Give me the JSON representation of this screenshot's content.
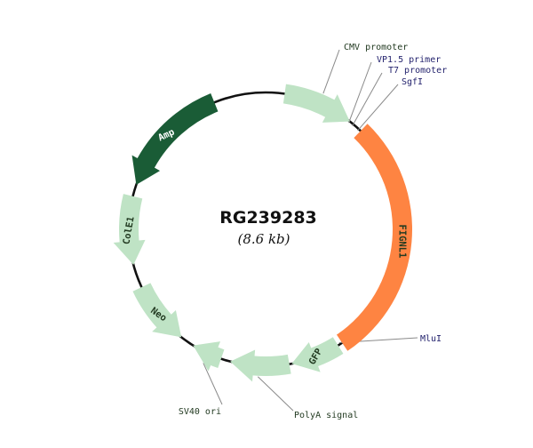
{
  "title": "RG239283",
  "size_label": "(8.6 kb)",
  "colors": {
    "backbone": "#111111",
    "light_feature": "#bfe3c5",
    "dark_feature": "#1a5c36",
    "insert": "#fe8442",
    "label_text": "#233b22",
    "site_text": "#24236e",
    "callout_line": "#8a8a8a"
  },
  "features": [
    {
      "label": "CMV promoter",
      "fill": "light",
      "direction": "cw",
      "callout": true
    },
    {
      "label": "FIGNL1",
      "fill": "insert",
      "direction": "none",
      "callout": false
    },
    {
      "label": "GFP",
      "fill": "light",
      "direction": "cw",
      "callout": false
    },
    {
      "label": "PolyA signal",
      "fill": "light",
      "direction": "cw",
      "callout": true
    },
    {
      "label": "SV40 ori",
      "fill": "light",
      "direction": "cw",
      "callout": true
    },
    {
      "label": "Neo",
      "fill": "light",
      "direction": "ccw",
      "callout": false
    },
    {
      "label": "ColE1",
      "fill": "light",
      "direction": "ccw",
      "callout": false
    },
    {
      "label": "Amp",
      "fill": "dark",
      "direction": "ccw",
      "callout": false
    }
  ],
  "site_labels": [
    {
      "label": "VP1.5 primer",
      "kind": "primer"
    },
    {
      "label": "T7 promoter",
      "kind": "promoter"
    },
    {
      "label": "SgfI",
      "kind": "restriction-site"
    },
    {
      "label": "MluI",
      "kind": "restriction-site"
    }
  ]
}
